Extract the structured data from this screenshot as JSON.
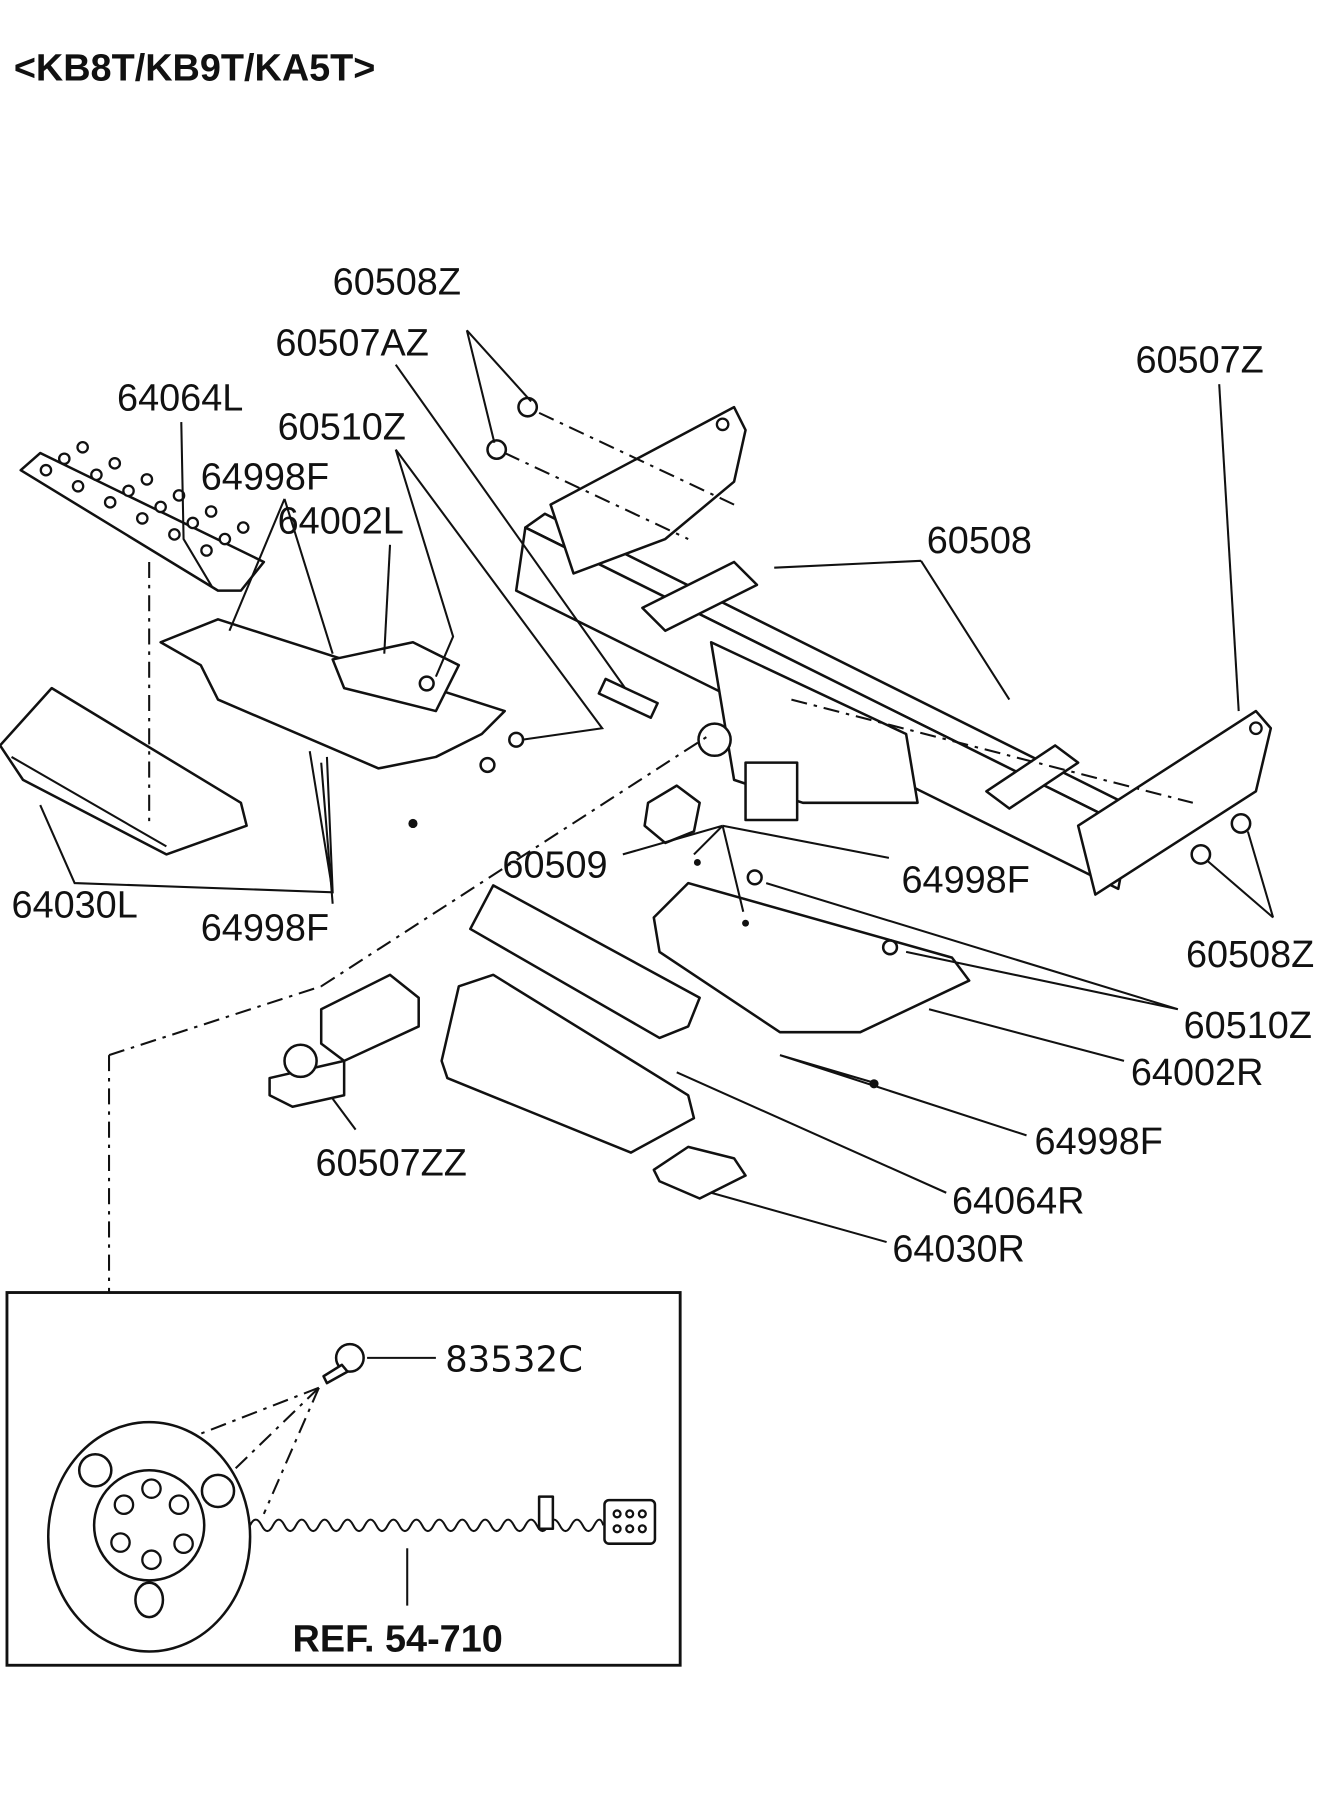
{
  "title": "<KB8T/KB9T/KA5T>",
  "labels": {
    "p60508Z_top": "60508Z",
    "p60507AZ": "60507AZ",
    "p64064L": "64064L",
    "p60510Z_left": "60510Z",
    "p64998F_upper": "64998F",
    "p64002L": "64002L",
    "p60508": "60508",
    "p60507Z": "60507Z",
    "p60509": "60509",
    "p64998F_right": "64998F",
    "p64030L": "64030L",
    "p64998F_lower_left": "64998F",
    "p60508Z_right": "60508Z",
    "p60510Z_right": "60510Z",
    "p64002R": "64002R",
    "p64998F_lower_right": "64998F",
    "p60507ZZ": "60507ZZ",
    "p64064R": "64064R",
    "p64030R": "64030R"
  },
  "inset": {
    "screw_label": "83532C",
    "reference": "REF. 54-710"
  }
}
